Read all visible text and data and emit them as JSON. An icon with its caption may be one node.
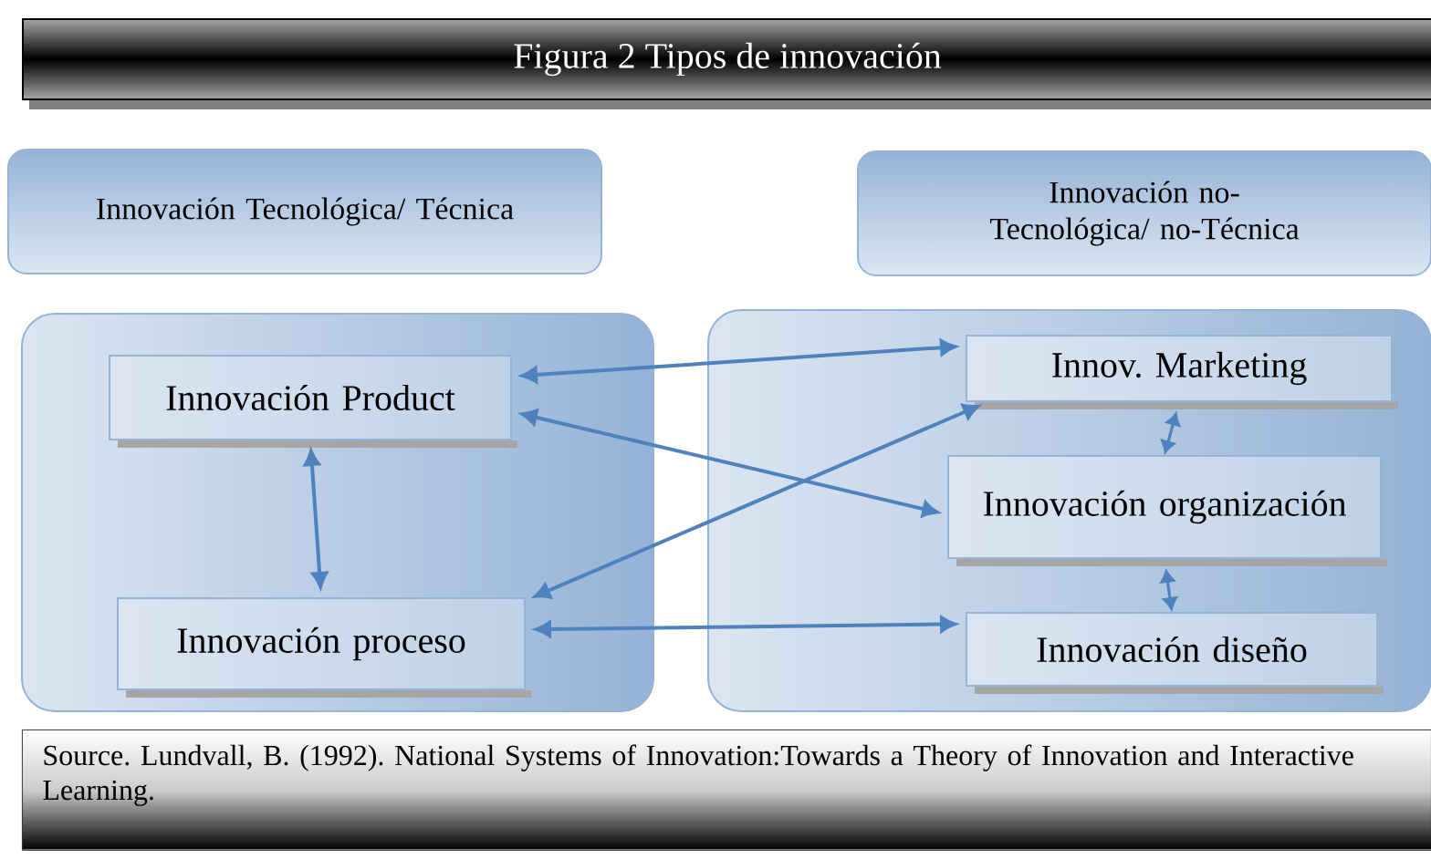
{
  "diagram": {
    "title": "Figura 2 Tipos de innovación",
    "nodes": [
      {
        "text": [
          "Innovación Tecnológica/ Técnica"
        ]
      },
      {
        "text": [
          "Innovación no-Tecnológica/ no-Técnica"
        ]
      },
      {
        "text": [],
        "shape": "box"
      },
      {
        "text": [
          "Innovación Product"
        ],
        "in": 2
      },
      {
        "text": [
          "Innovación proceso"
        ],
        "in": 2
      },
      {
        "text": [],
        "shape": "box"
      },
      {
        "text": [
          "Innov. Marketing"
        ],
        "in": 5
      },
      {
        "text": [
          "Innovación organización"
        ],
        "in": 5
      },
      {
        "text": [
          "Innovación diseño"
        ],
        "in": 5
      }
    ],
    "edges": [
      {
        "from": 3,
        "to": 4,
        "arrow": "both"
      },
      {
        "from": 3,
        "to": 6,
        "arrow": "both"
      },
      {
        "from": 3,
        "to": 7,
        "arrow": "both"
      },
      {
        "from": 6,
        "to": 4,
        "arrow": "both"
      },
      {
        "from": 4,
        "to": 8,
        "arrow": "both"
      },
      {
        "from": 6,
        "to": 7,
        "arrow": "both"
      },
      {
        "from": 7,
        "to": 8,
        "arrow": "both"
      }
    ],
    "caption": "Source.  Lundvall, B. (1992). National Systems of Innovation:Towards a Theory of Innovation and Interactive Learning."
  }
}
